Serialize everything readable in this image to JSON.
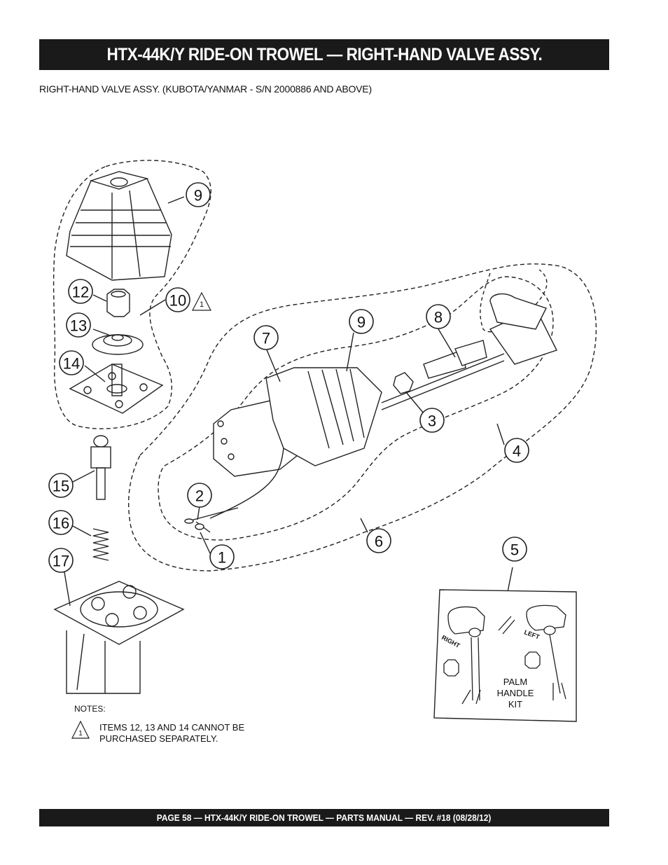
{
  "header": {
    "title": "HTX-44K/Y  RIDE-ON TROWEL —  RIGHT-HAND  VALVE ASSY."
  },
  "subtitle": "RIGHT-HAND VALVE ASSY. (KUBOTA/YANMAR - S/N 2000886 AND ABOVE)",
  "callouts": {
    "c1": "1",
    "c2": "2",
    "c3": "3",
    "c4": "4",
    "c5": "5",
    "c6": "6",
    "c7": "7",
    "c8": "8",
    "c9a": "9",
    "c9b": "9",
    "c10": "10",
    "c12": "12",
    "c13": "13",
    "c14": "14",
    "c15": "15",
    "c16": "16",
    "c17": "17"
  },
  "note_marker": "1",
  "palm_kit": {
    "line1": "PALM",
    "line2": "HANDLE",
    "line3": "KIT",
    "right_label": "RIGHT",
    "left_label": "LEFT"
  },
  "notes": {
    "heading": "NOTES:",
    "marker": "1",
    "line1": "ITEMS 12, 13 AND 14 CANNOT BE",
    "line2": "PURCHASED SEPARATELY."
  },
  "footer": {
    "text": "PAGE 58 — HTX-44K/Y RIDE-ON TROWEL — PARTS  MANUAL — REV. #18 (08/28/12)"
  }
}
